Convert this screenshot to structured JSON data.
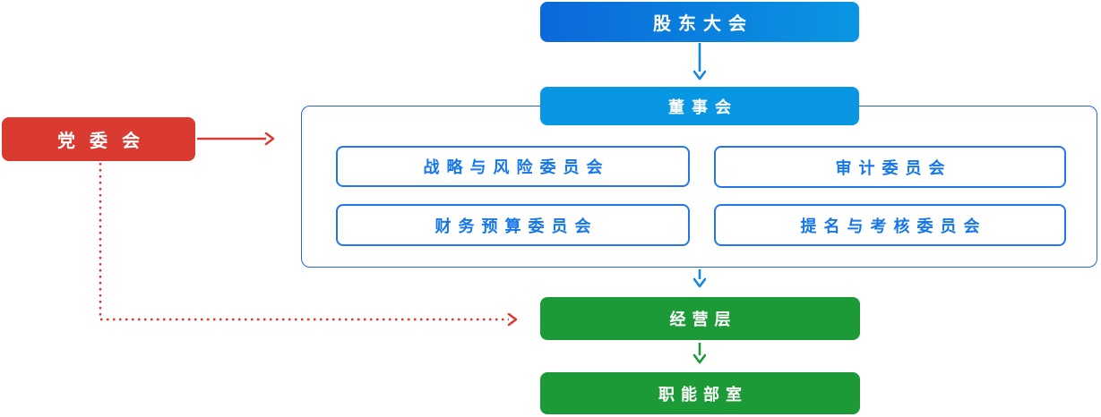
{
  "colors": {
    "blue-grad-start": "#0b68da",
    "blue-grad-end": "#0a96e2",
    "blue-solid": "#0996e2",
    "blue-container-border": "#2563e0",
    "blue-committee-border": "#2377e8",
    "blue-committee-text": "#1677e8",
    "blue-arrow": "#1486dc",
    "green": "#1d9a38",
    "red": "#d93b30"
  },
  "nodes": {
    "shareholders": {
      "label": "股东大会"
    },
    "board": {
      "label": "董事会"
    },
    "committees": [
      {
        "label": "战略与风险委员会"
      },
      {
        "label": "审计委员会"
      },
      {
        "label": "财务预算委员会"
      },
      {
        "label": "提名与考核委员会"
      }
    ],
    "management": {
      "label": "经营层"
    },
    "departments": {
      "label": "职能部室"
    },
    "party": {
      "label": "党委会"
    }
  }
}
